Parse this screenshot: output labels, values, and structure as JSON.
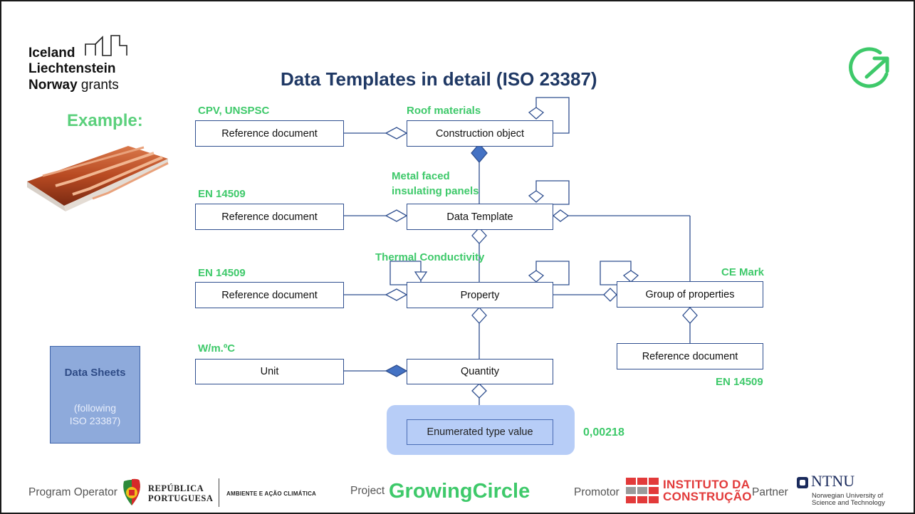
{
  "logo": {
    "line1": "Iceland",
    "line2": "Liechtenstein",
    "line3_bold": "Norway",
    "line3_light": "grants"
  },
  "title": "Data Templates in detail (ISO 23387)",
  "example_label": "Example:",
  "diagram": {
    "boxes": {
      "ref_doc_1": "Reference document",
      "construction_object": "Construction object",
      "ref_doc_2": "Reference document",
      "data_template": "Data Template",
      "ref_doc_3": "Reference document",
      "property": "Property",
      "group_of_properties": "Group of properties",
      "unit": "Unit",
      "quantity": "Quantity",
      "ref_doc_4": "Reference document",
      "enumerated_type_value": "Enumerated type value"
    },
    "annotations": {
      "cpv_unspsc": "CPV, UNSPSC",
      "roof_materials": "Roof materials",
      "en14509_a": "EN 14509",
      "metal_faced_1": "Metal faced",
      "metal_faced_2": "insulating panels",
      "en14509_b": "EN 14509",
      "thermal_conductivity": "Thermal Conductivity",
      "ce_mark": "CE Mark",
      "unit_value": "W/m.ºC",
      "en14509_c": "EN 14509",
      "value": "0,00218"
    }
  },
  "data_sheets": {
    "title": "Data Sheets",
    "subtitle_1": "(following",
    "subtitle_2": "ISO 23387)"
  },
  "footer": {
    "program_operator": "Program Operator",
    "republica_1": "REPÚBLICA",
    "republica_2": "PORTUGUESA",
    "ambiente": "AMBIENTE E AÇÃO CLIMÁTICA",
    "project": "Project",
    "project_name": "GrowingCircle",
    "promotor": "Promotor",
    "instituto_1": "INSTITUTO DA",
    "instituto_2": "CONSTRUÇÃO",
    "partner": "Partner",
    "ntnu": "NTNU",
    "ntnu_sub_1": "Norwegian University of",
    "ntnu_sub_2": "Science and Technology"
  },
  "colors": {
    "title": "#1f3864",
    "green": "#3ec96a",
    "box_border": "#2f4f8f",
    "connector": "#2f4f8f",
    "highlight": "#b7cdf7",
    "data_sheets_bg": "#8eaadb"
  }
}
